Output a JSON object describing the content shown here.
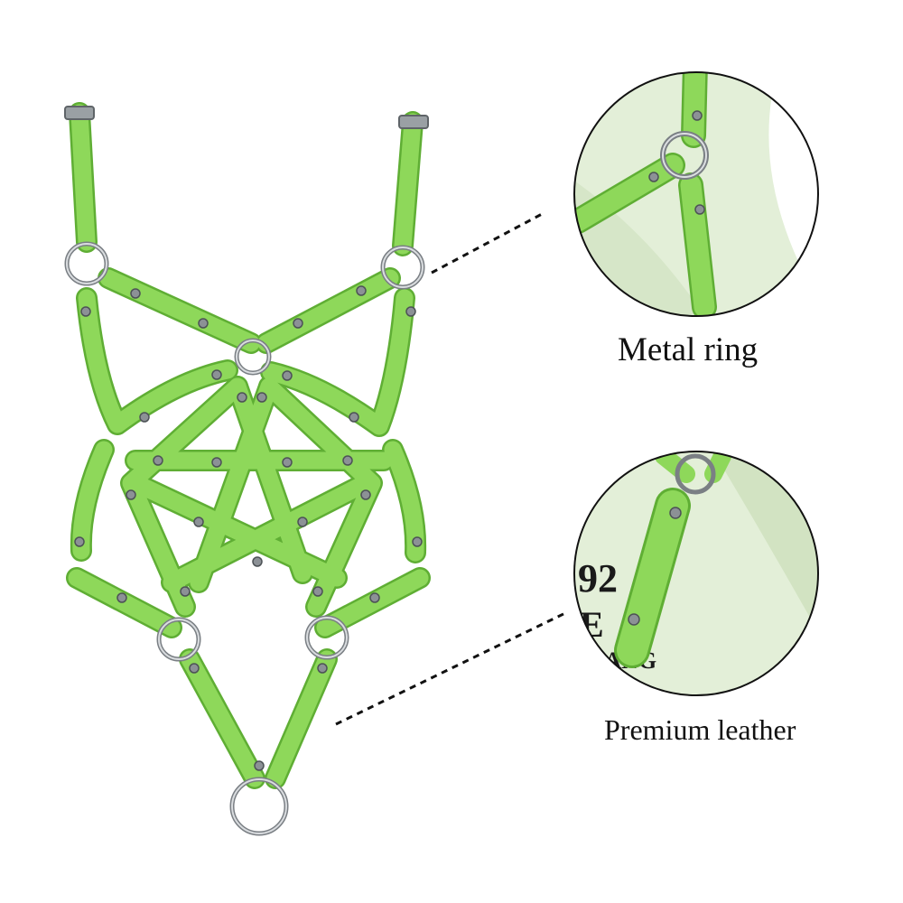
{
  "product": {
    "name": "green-leather-body-harness",
    "colors": {
      "strap": "#8ed85a",
      "strap_edge": "#5fae34",
      "metal": "#b8bcc0",
      "metal_dark": "#6e7378",
      "mannequin": "#e3efd8",
      "background": "#ffffff"
    }
  },
  "callouts": [
    {
      "label": "Metal ring"
    },
    {
      "label": "Premium leather"
    }
  ],
  "mannequin_print": {
    "line1": "92",
    "line2": "E",
    "line3": "BANG"
  }
}
